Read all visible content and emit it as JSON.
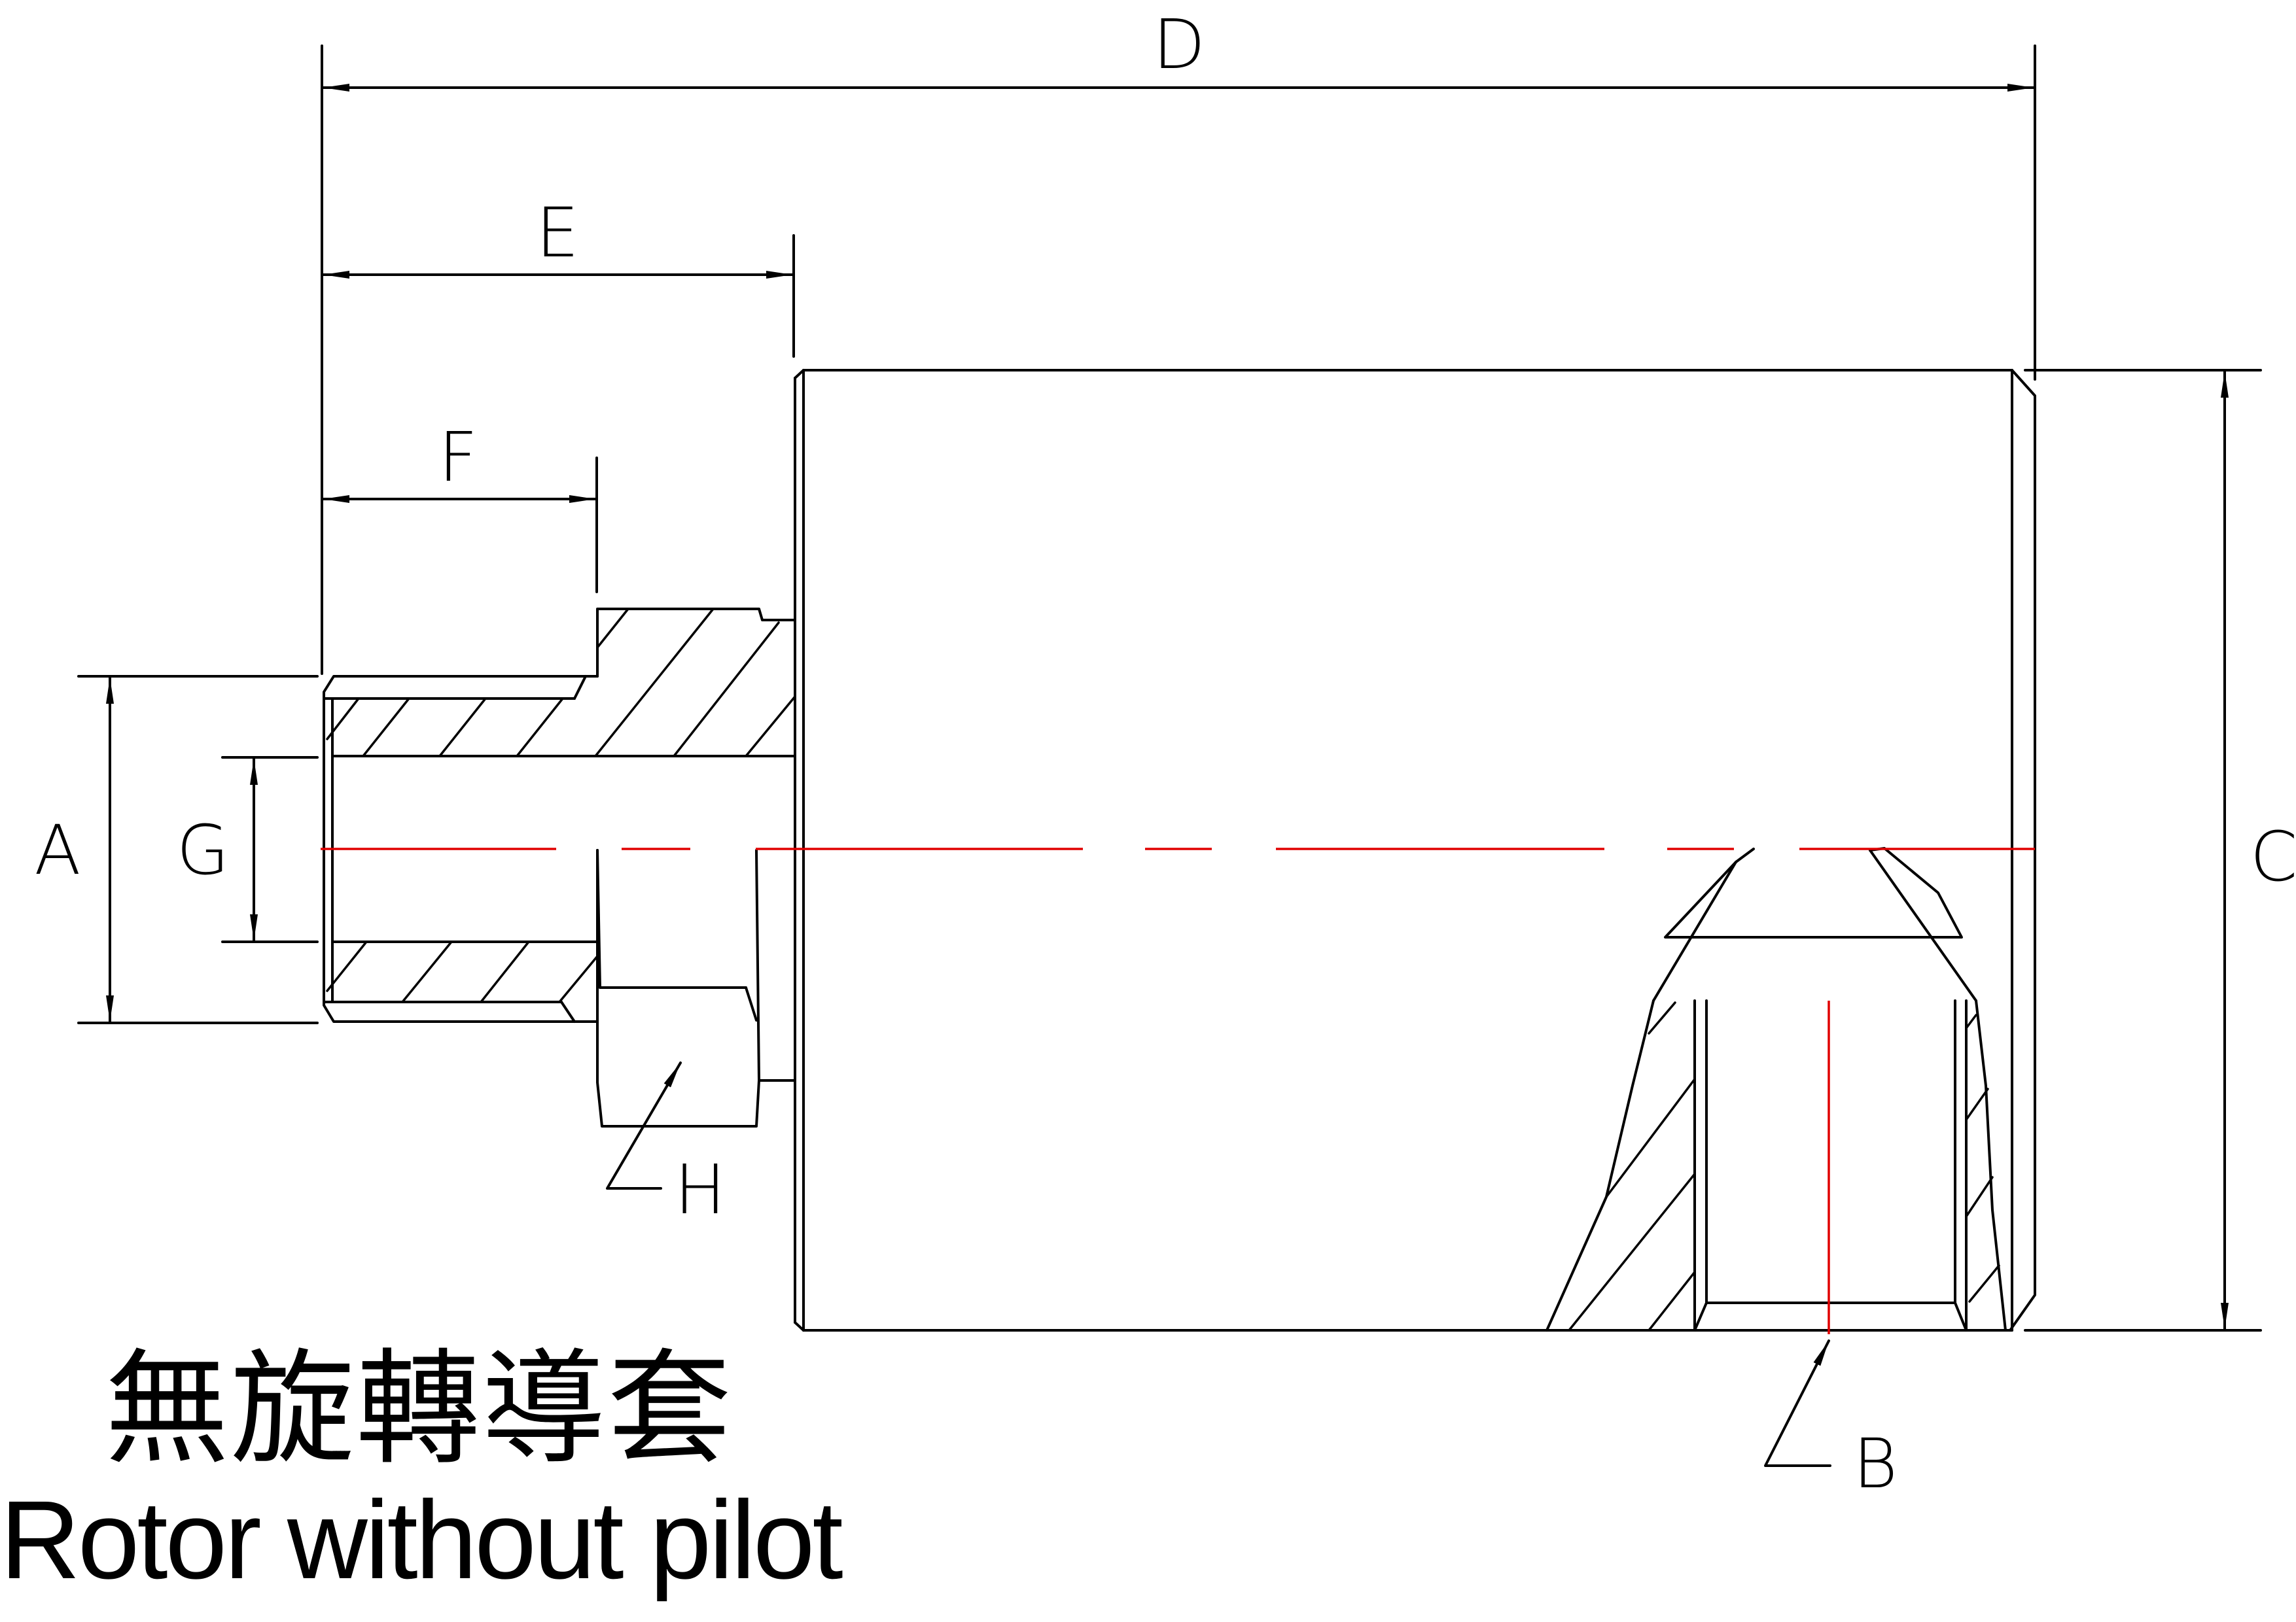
{
  "labels": {
    "a": "A",
    "b": "B",
    "c": "C",
    "d": "D",
    "e": "E",
    "f": "F",
    "g": "G",
    "h": "H"
  },
  "title": {
    "chinese": "無旋轉導套",
    "english": "Rotor without pilot"
  },
  "colors": {
    "outline": "#000000",
    "centerline": "#e00000"
  }
}
